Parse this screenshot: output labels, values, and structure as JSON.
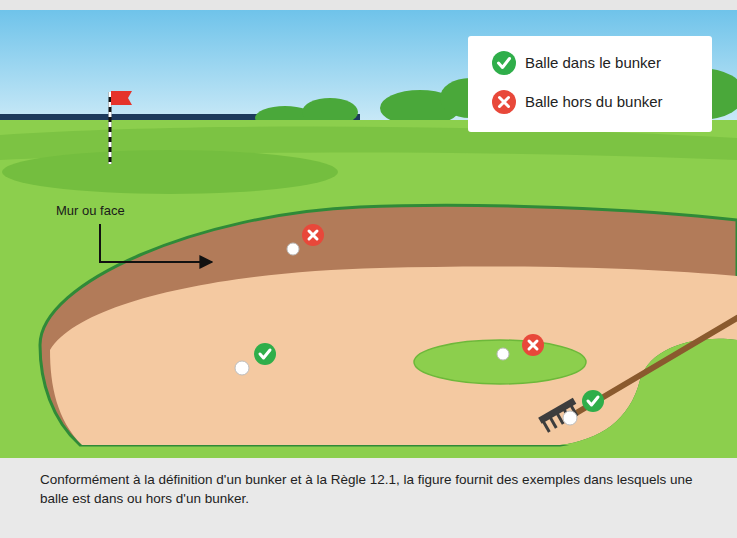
{
  "diagram": {
    "caption": "Conformément à la définition d'un bunker et à la Règle 12.1, la figure fournit des exemples dans lesquels une balle est dans ou hors d'un bunker.",
    "labels": [
      "Mur ou face"
    ],
    "legend": [
      {
        "text": "Balle dans le bunker"
      },
      {
        "text": "Balle hors du bunker"
      }
    ]
  }
}
